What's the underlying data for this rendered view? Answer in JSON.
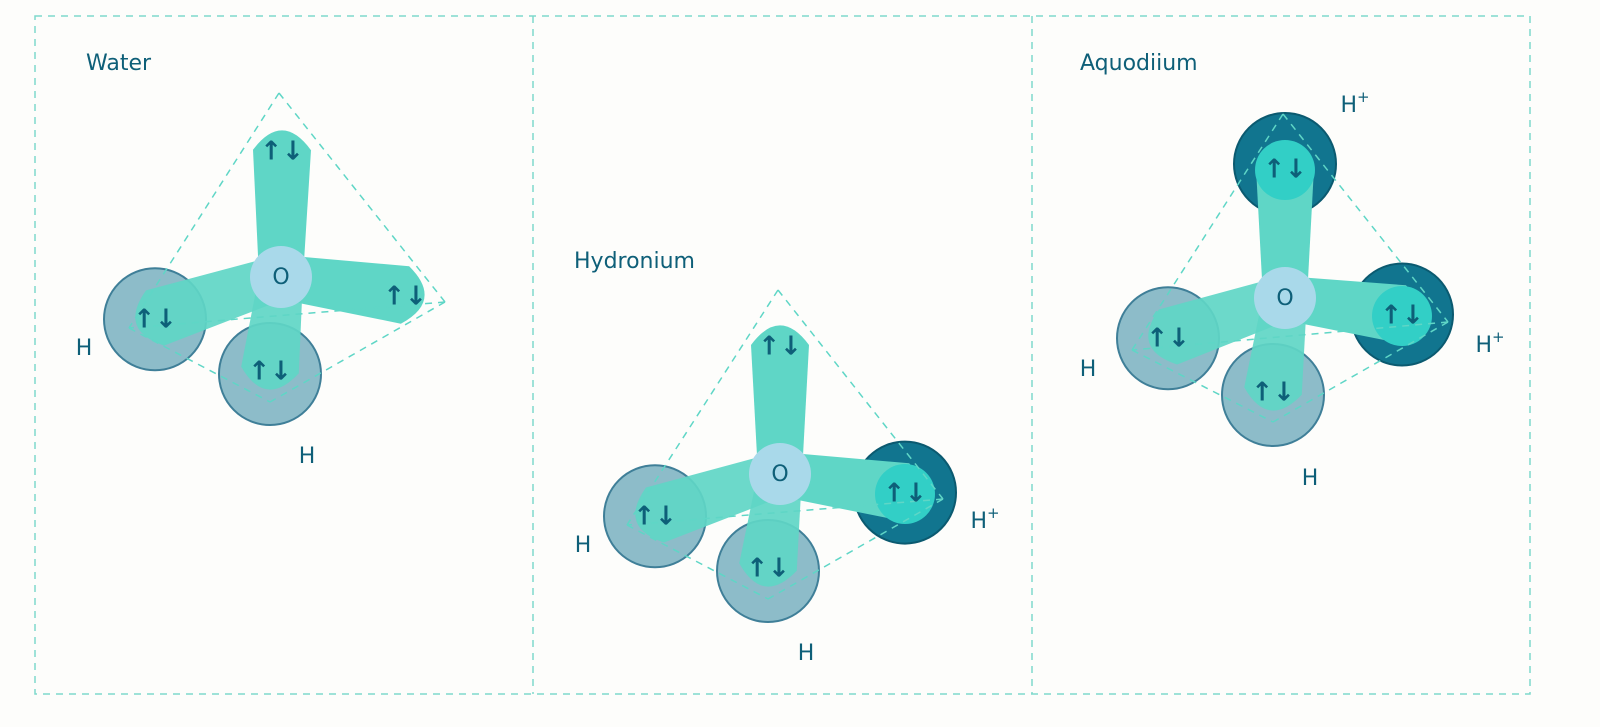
{
  "colors": {
    "frame": "#7fd9cc",
    "lobe": "#5fd6c6",
    "lobe_bright": "#32cfc6",
    "hydrogen": "#8dbcc9",
    "hydrogen_stroke": "#3f7f98",
    "proton": "#11758f",
    "proton_stroke": "#0b5a70",
    "oxygen": "#a9d9ea",
    "ink": "#0e5f78"
  },
  "arrow_pair": "↑↓",
  "panels": [
    {
      "title": "Water",
      "oxygen": "O",
      "atoms": [
        {
          "label": "H",
          "charge": ""
        },
        {
          "label": "H",
          "charge": ""
        }
      ]
    },
    {
      "title": "Hydronium",
      "oxygen": "O",
      "atoms": [
        {
          "label": "H",
          "charge": ""
        },
        {
          "label": "H",
          "charge": ""
        },
        {
          "label": "H",
          "charge": "+"
        }
      ]
    },
    {
      "title": "Aquodiium",
      "oxygen": "O",
      "atoms": [
        {
          "label": "H",
          "charge": "+"
        },
        {
          "label": "H",
          "charge": ""
        },
        {
          "label": "H",
          "charge": ""
        },
        {
          "label": "H",
          "charge": "+"
        }
      ]
    }
  ]
}
